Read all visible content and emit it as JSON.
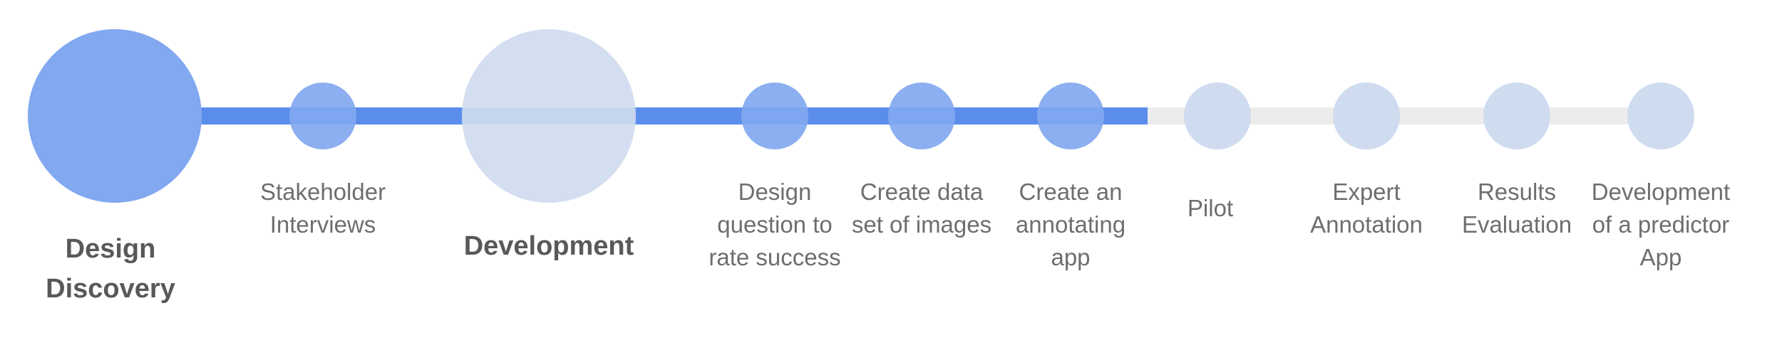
{
  "colors": {
    "progress_track": "#5b8ded",
    "remaining_track": "#ececec",
    "active_node": "#82a8f0",
    "inactive_node": "#cfdcef",
    "major_label": "#595959",
    "minor_label": "#6e6e6e"
  },
  "stages": [
    {
      "label": "Design\nDiscovery",
      "kind": "major",
      "status": "active"
    },
    {
      "label": "Stakeholder\nInterviews",
      "kind": "minor",
      "status": "active"
    },
    {
      "label": "Development",
      "kind": "major",
      "status": "inactive"
    },
    {
      "label": "Design\nquestion to\nrate success",
      "kind": "minor",
      "status": "active"
    },
    {
      "label": "Create data\nset of images",
      "kind": "minor",
      "status": "active"
    },
    {
      "label": "Create an\nannotating\napp",
      "kind": "minor",
      "status": "active"
    },
    {
      "label": "Pilot",
      "kind": "minor",
      "status": "inactive"
    },
    {
      "label": "Expert\nAnnotation",
      "kind": "minor",
      "status": "inactive"
    },
    {
      "label": "Results\nEvaluation",
      "kind": "minor",
      "status": "inactive"
    },
    {
      "label": "Development\nof a predictor\nApp",
      "kind": "minor",
      "status": "inactive"
    }
  ]
}
